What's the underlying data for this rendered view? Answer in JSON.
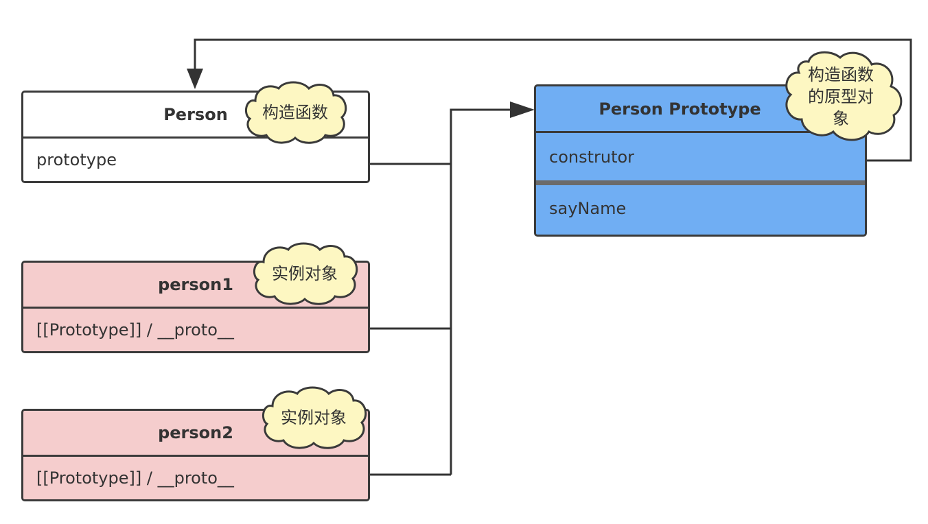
{
  "constructor_box": {
    "title": "Person",
    "field": "prototype",
    "note": "构造函数"
  },
  "instance1_box": {
    "title": "person1",
    "field": "[[Prototype]] / __proto__",
    "note": "实例对象"
  },
  "instance2_box": {
    "title": "person2",
    "field": "[[Prototype]] / __proto__",
    "note": "实例对象"
  },
  "prototype_box": {
    "title": "Person Prototype",
    "fields": [
      "construtor",
      "sayName"
    ],
    "note_lines": [
      "构造函数",
      "的原型对",
      "象"
    ]
  },
  "colors": {
    "constructor_fill": "#ffffff",
    "instance_fill": "#f5cdcd",
    "prototype_fill": "#70aef3",
    "note_fill": "#fdf7c2",
    "stroke": "#3a3a3a"
  }
}
